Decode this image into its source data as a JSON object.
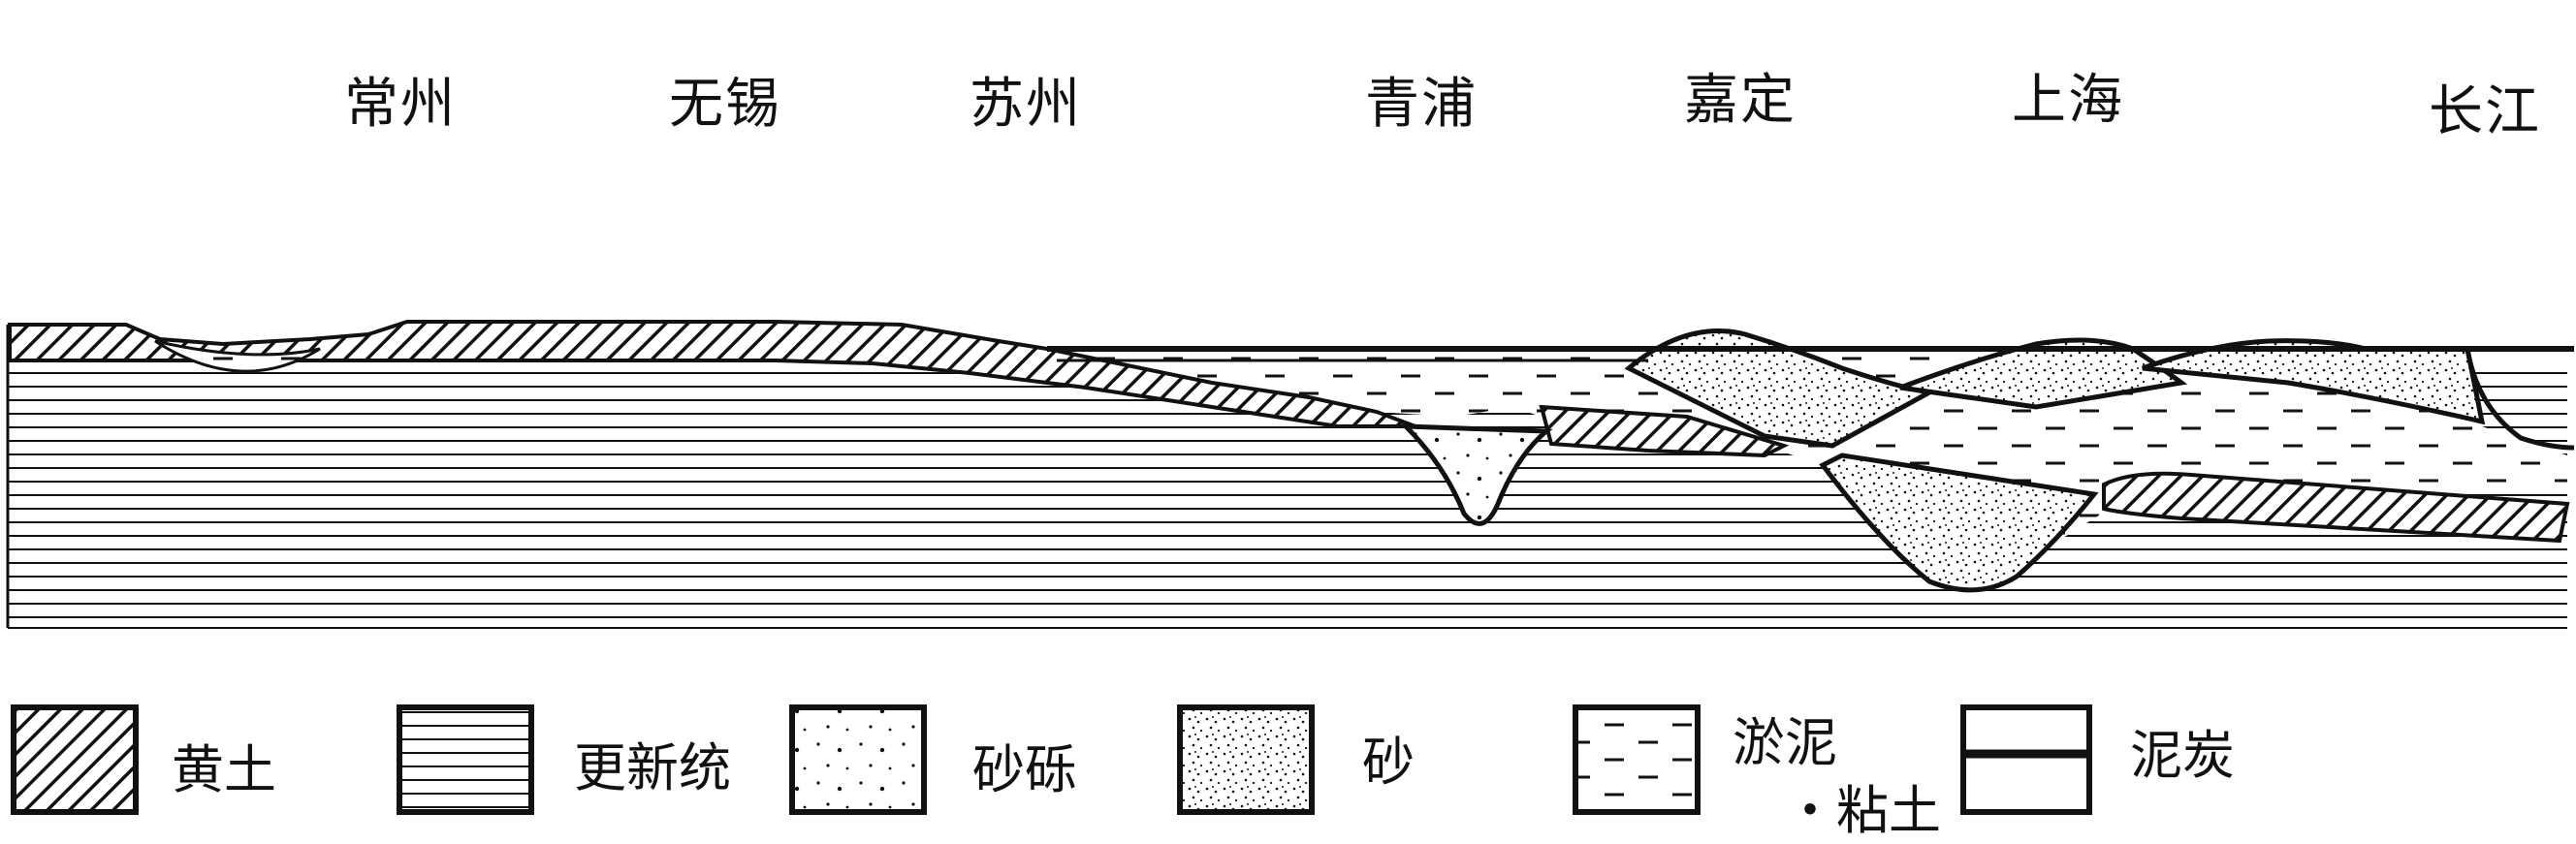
{
  "places": [
    "常州",
    "无锡",
    "苏州",
    "青浦",
    "嘉定",
    "上海",
    "长江"
  ],
  "legend": {
    "loess": "黄土",
    "pleistocene": "更新统",
    "gravel": "砂砾",
    "sand": "砂",
    "silt_line1": "淤泥",
    "silt_line2": "・粘土",
    "peat": "泥炭"
  }
}
